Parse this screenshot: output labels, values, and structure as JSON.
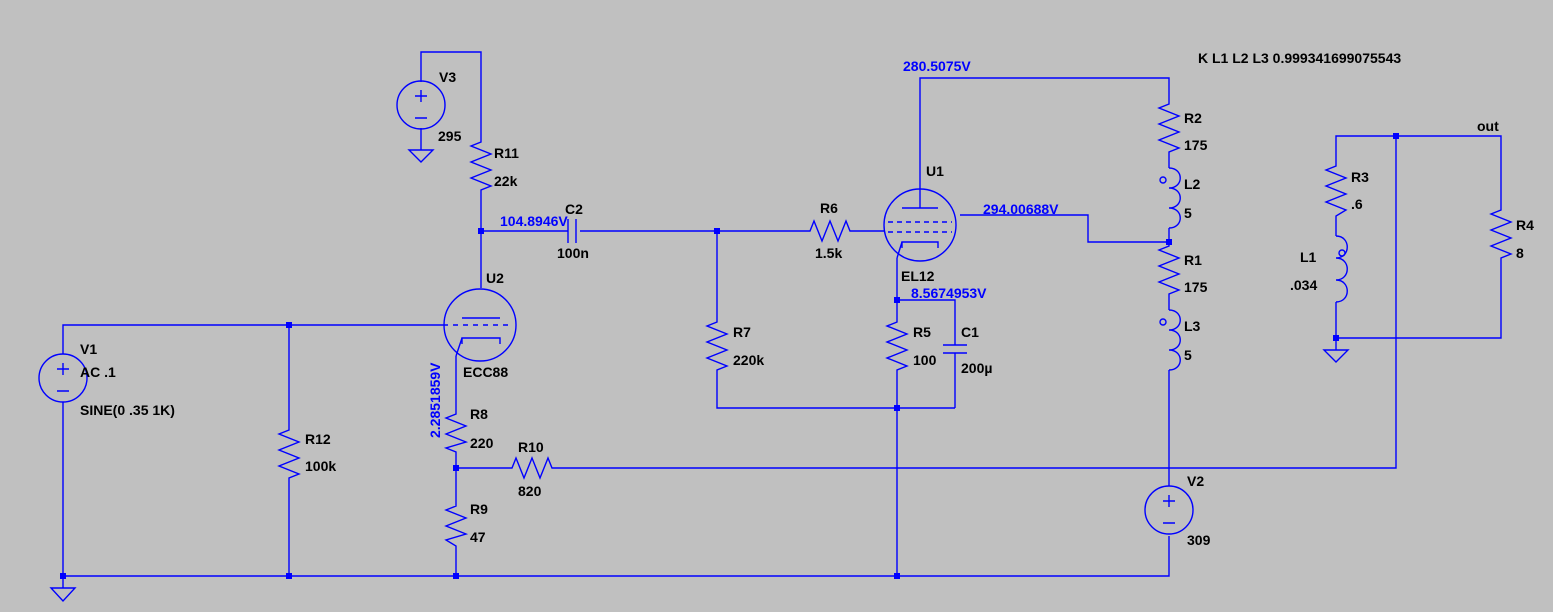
{
  "directive": "K L1 L2 L3 0.999341699075543",
  "net_label_out": "out",
  "components": {
    "V1": {
      "name": "V1",
      "value": "AC .1",
      "value2": "SINE(0 .35 1K)"
    },
    "V2": {
      "name": "V2",
      "value": "309"
    },
    "V3": {
      "name": "V3",
      "value": "295"
    },
    "U1": {
      "name": "U1",
      "value": "EL12"
    },
    "U2": {
      "name": "U2",
      "value": "ECC88"
    },
    "R1": {
      "name": "R1",
      "value": "175"
    },
    "R2": {
      "name": "R2",
      "value": "175"
    },
    "R3": {
      "name": "R3",
      "value": ".6"
    },
    "R4": {
      "name": "R4",
      "value": "8"
    },
    "R5": {
      "name": "R5",
      "value": "100"
    },
    "R6": {
      "name": "R6",
      "value": "1.5k"
    },
    "R7": {
      "name": "R7",
      "value": "220k"
    },
    "R8": {
      "name": "R8",
      "value": "220"
    },
    "R9": {
      "name": "R9",
      "value": "47"
    },
    "R10": {
      "name": "R10",
      "value": "820"
    },
    "R11": {
      "name": "R11",
      "value": "22k"
    },
    "R12": {
      "name": "R12",
      "value": "100k"
    },
    "C1": {
      "name": "C1",
      "value": "200µ"
    },
    "C2": {
      "name": "C2",
      "value": "100n"
    },
    "L1": {
      "name": "L1",
      "value": ".034"
    },
    "L2": {
      "name": "L2",
      "value": "5"
    },
    "L3": {
      "name": "L3",
      "value": "5"
    }
  },
  "voltages": {
    "plate_u1": "280.5075V",
    "screen_u1": "294.00688V",
    "cathode_u1": "8.5674953V",
    "plate_u2": "104.8946V",
    "cathode_u2": "2.2851859V"
  },
  "colors": {
    "background": "#c0c0c0",
    "wire": "#0000ff",
    "text": "#000000",
    "voltage": "#0000ff"
  }
}
